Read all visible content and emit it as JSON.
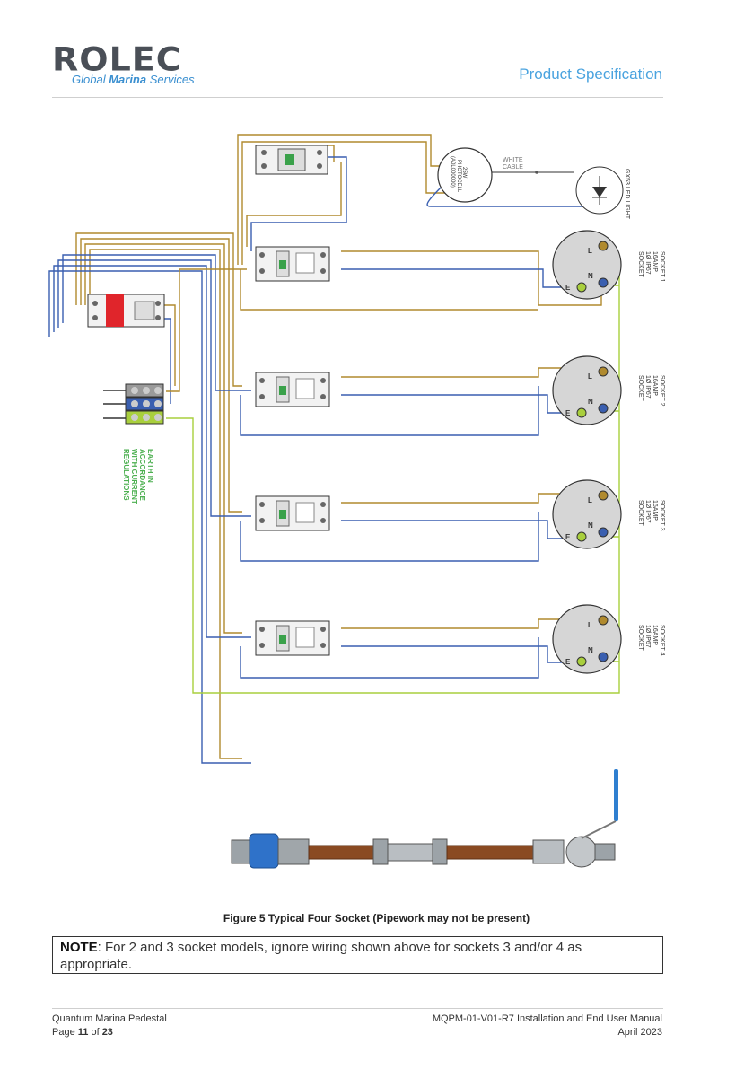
{
  "header": {
    "logo_word": "ROLEC",
    "logo_sub_1": "Global ",
    "logo_sub_2": "Marina",
    "logo_sub_3": " Services",
    "doc_type": "Product Specification"
  },
  "diagram": {
    "photocell_label_1": "PHOTOCELL",
    "photocell_label_2": "(A0L000000)",
    "photocell_label_3": "25W",
    "white_cable": "WHITE",
    "white_cable_2": "CABLE",
    "led_light": "GX53 LED LIGHT",
    "socket_line_1": "16AMP",
    "socket_line_2": "1Ø IP67",
    "socket_line_3": "SOCKET",
    "socket_1": "SOCKET 1",
    "socket_2": "SOCKET 2",
    "socket_3": "SOCKET 3",
    "socket_4": "SOCKET 4",
    "earth_1": "EARTH IN",
    "earth_2": "ACCORDANCE",
    "earth_3": "WITH CURRENT",
    "earth_4": "REGULATIONS",
    "terminal_l": "L",
    "terminal_n": "N",
    "terminal_e": "E"
  },
  "caption": "Figure 5 Typical Four Socket (Pipework may not be present)",
  "note": {
    "label": "NOTE",
    "text": ": For 2 and 3 socket models, ignore wiring shown above for sockets 3 and/or 4 as appropriate."
  },
  "footer": {
    "product": "Quantum Marina Pedestal",
    "page_prefix": "Page ",
    "page_num": "11",
    "page_of": " of ",
    "page_total": "23",
    "manual": "MQPM-01-V01-R7 Installation and End User Manual",
    "date": "April 2023"
  },
  "colors": {
    "brown": "#b08a2e",
    "blue": "#3a5fb0",
    "earth": "#a9cf3d",
    "accent": "#4aa3df"
  }
}
